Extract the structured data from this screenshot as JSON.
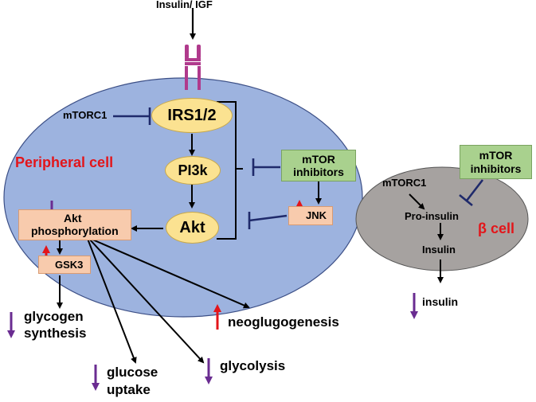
{
  "input_signal": "Insulin/ IGF",
  "peripheral": {
    "cell_label": "Peripheral cell",
    "mtorc1": "mTORC1",
    "irs": "IRS1/2",
    "pi3k": "PI3k",
    "akt": "Akt",
    "akt_phos_line1": "Akt",
    "akt_phos_line2": "phosphorylation",
    "gsk3": "GSK3",
    "jnk": "JNK",
    "mtor_inhib_line1": "mTOR",
    "mtor_inhib_line2": "inhibitors"
  },
  "outcomes": {
    "glycogen_line1": "glycogen",
    "glycogen_line2": "synthesis",
    "glucose_line1": "glucose",
    "glucose_line2": "uptake",
    "glycolysis": "glycolysis",
    "neoglucogenesis": "neoglugogenesis"
  },
  "beta": {
    "cell_label": "β cell",
    "mtorc1": "mTORC1",
    "mtor_inhib_line1": "mTOR",
    "mtor_inhib_line2": "inhibitors",
    "proinsulin": "Pro-insulin",
    "insulin_inside": "Insulin",
    "insulin_out": "insulin"
  },
  "colors": {
    "peripheral_cell": "#9db3df",
    "beta_cell": "#a6a2a0",
    "protein_oval": "#fbe291",
    "inhibitor_box": "#a9d18e",
    "kinase_box": "#f8cbad",
    "inhibition_bar": "#1f2a6b",
    "decrease_arrow": "#6a2c91",
    "increase_arrow": "#e3151a",
    "label_red": "#e3151a"
  }
}
